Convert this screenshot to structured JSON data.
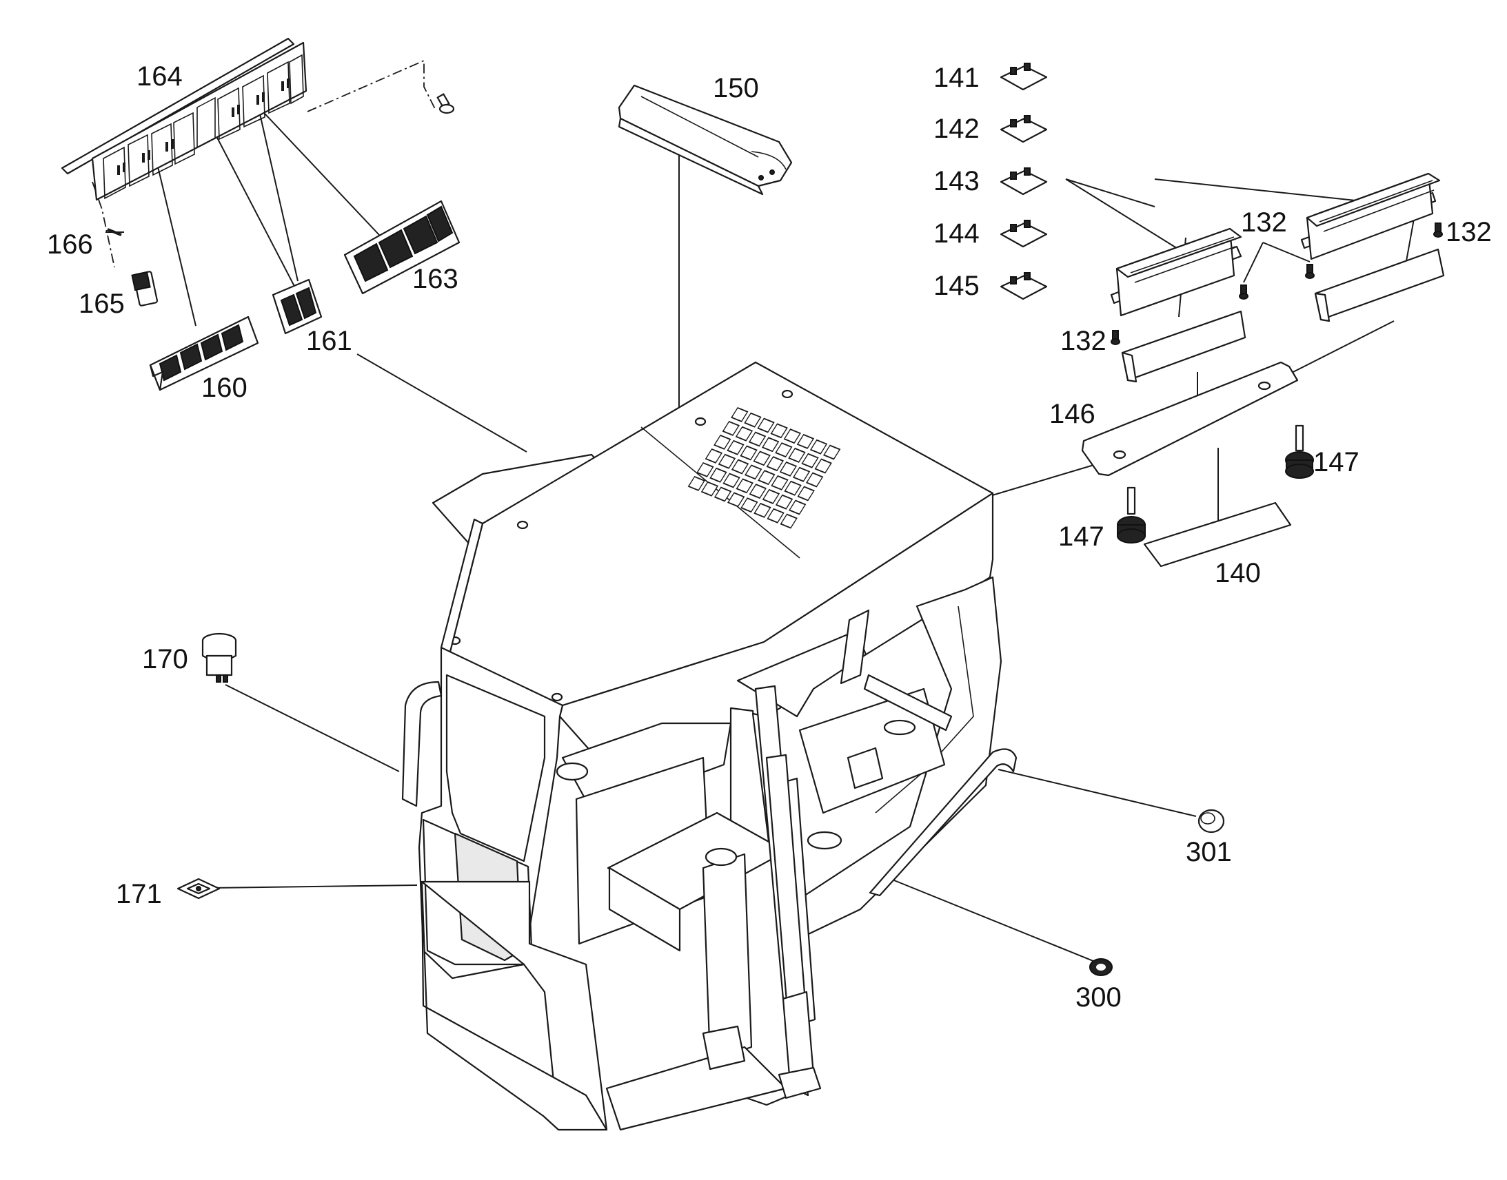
{
  "labels": {
    "l164": "164",
    "l166": "166",
    "l165": "165",
    "l160": "160",
    "l161": "161",
    "l163": "163",
    "l150": "150",
    "l141": "141",
    "l142": "142",
    "l143": "143",
    "l144": "144",
    "l145": "145",
    "l132a": "132",
    "l132b": "132",
    "l132c": "132",
    "l146": "146",
    "l147a": "147",
    "l147b": "147",
    "l140": "140",
    "l170": "170",
    "l171": "171",
    "l301": "301",
    "l300": "300"
  }
}
